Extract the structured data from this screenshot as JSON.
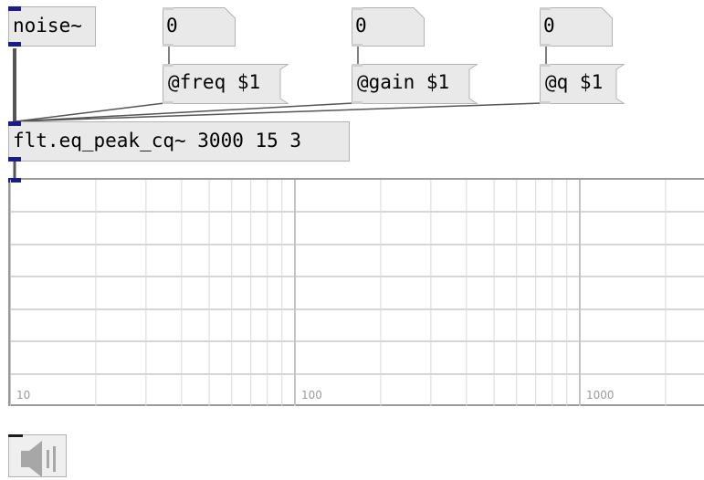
{
  "objects": {
    "noise": "noise~",
    "filter": "flt.eq_peak_cq~ 3000 15 3"
  },
  "numbers": {
    "freq": "0",
    "gain": "0",
    "q": "0"
  },
  "messages": {
    "freq": "@freq $1",
    "gain": "@gain $1",
    "q": "@q $1"
  },
  "spectroscope": {
    "freq_labels": [
      "10",
      "100",
      "1000"
    ],
    "scale": "log",
    "grid": true
  },
  "dac": {
    "icon": "speaker-icon"
  }
}
